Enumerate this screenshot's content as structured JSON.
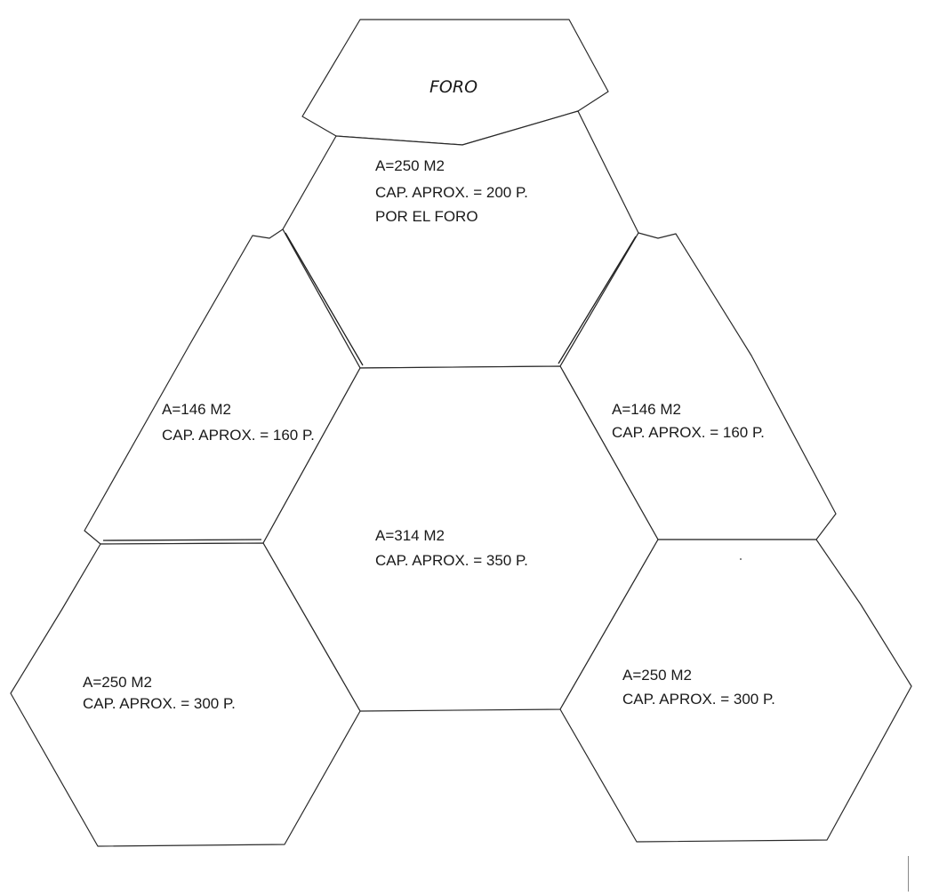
{
  "stage_label": "FORO",
  "rooms": {
    "top": {
      "area": "A=250 M2",
      "capacity": "CAP. APROX. = 200 P.",
      "note": "POR EL FORO"
    },
    "left": {
      "area": "A=146 M2",
      "capacity": "CAP. APROX. = 160 P."
    },
    "right": {
      "area": "A=146 M2",
      "capacity": "CAP. APROX. = 160 P."
    },
    "center": {
      "area": "A=314 M2",
      "capacity": "CAP. APROX. = 350 P."
    },
    "bottom_left": {
      "area": "A=250 M2",
      "capacity": "CAP. APROX. = 300 P."
    },
    "bottom_right": {
      "area": "A=250 M2",
      "capacity": "CAP. APROX. = 300 P."
    }
  }
}
